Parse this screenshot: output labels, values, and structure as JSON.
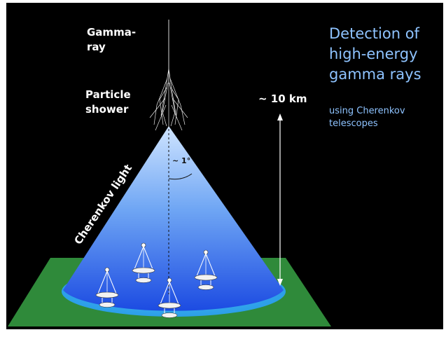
{
  "labels": {
    "gamma_ray_line1": "Gamma-",
    "gamma_ray_line2": "ray",
    "particle_line1": "Particle",
    "particle_line2": "shower",
    "distance": "~ 10 km",
    "angle": "~ 1°",
    "cherenkov_light": "Cherenkov light"
  },
  "side_text": {
    "title_line1": "Detection of",
    "title_line2": "high-energy",
    "title_line3": "gamma rays",
    "subtitle_line1": "using Cherenkov",
    "subtitle_line2": "telescopes"
  },
  "colors": {
    "background": "#000000",
    "ground": "#2f8a3a",
    "light_pool": "#33a9ee",
    "cone_top": "#b8d8ff",
    "cone_bottom": "#2255e6",
    "side_text": "#8ec3ff",
    "label_text": "#ffffff"
  },
  "icons": [
    "telescope-icon",
    "particle-shower-icon",
    "distance-arrow-icon",
    "angle-arc-icon"
  ]
}
